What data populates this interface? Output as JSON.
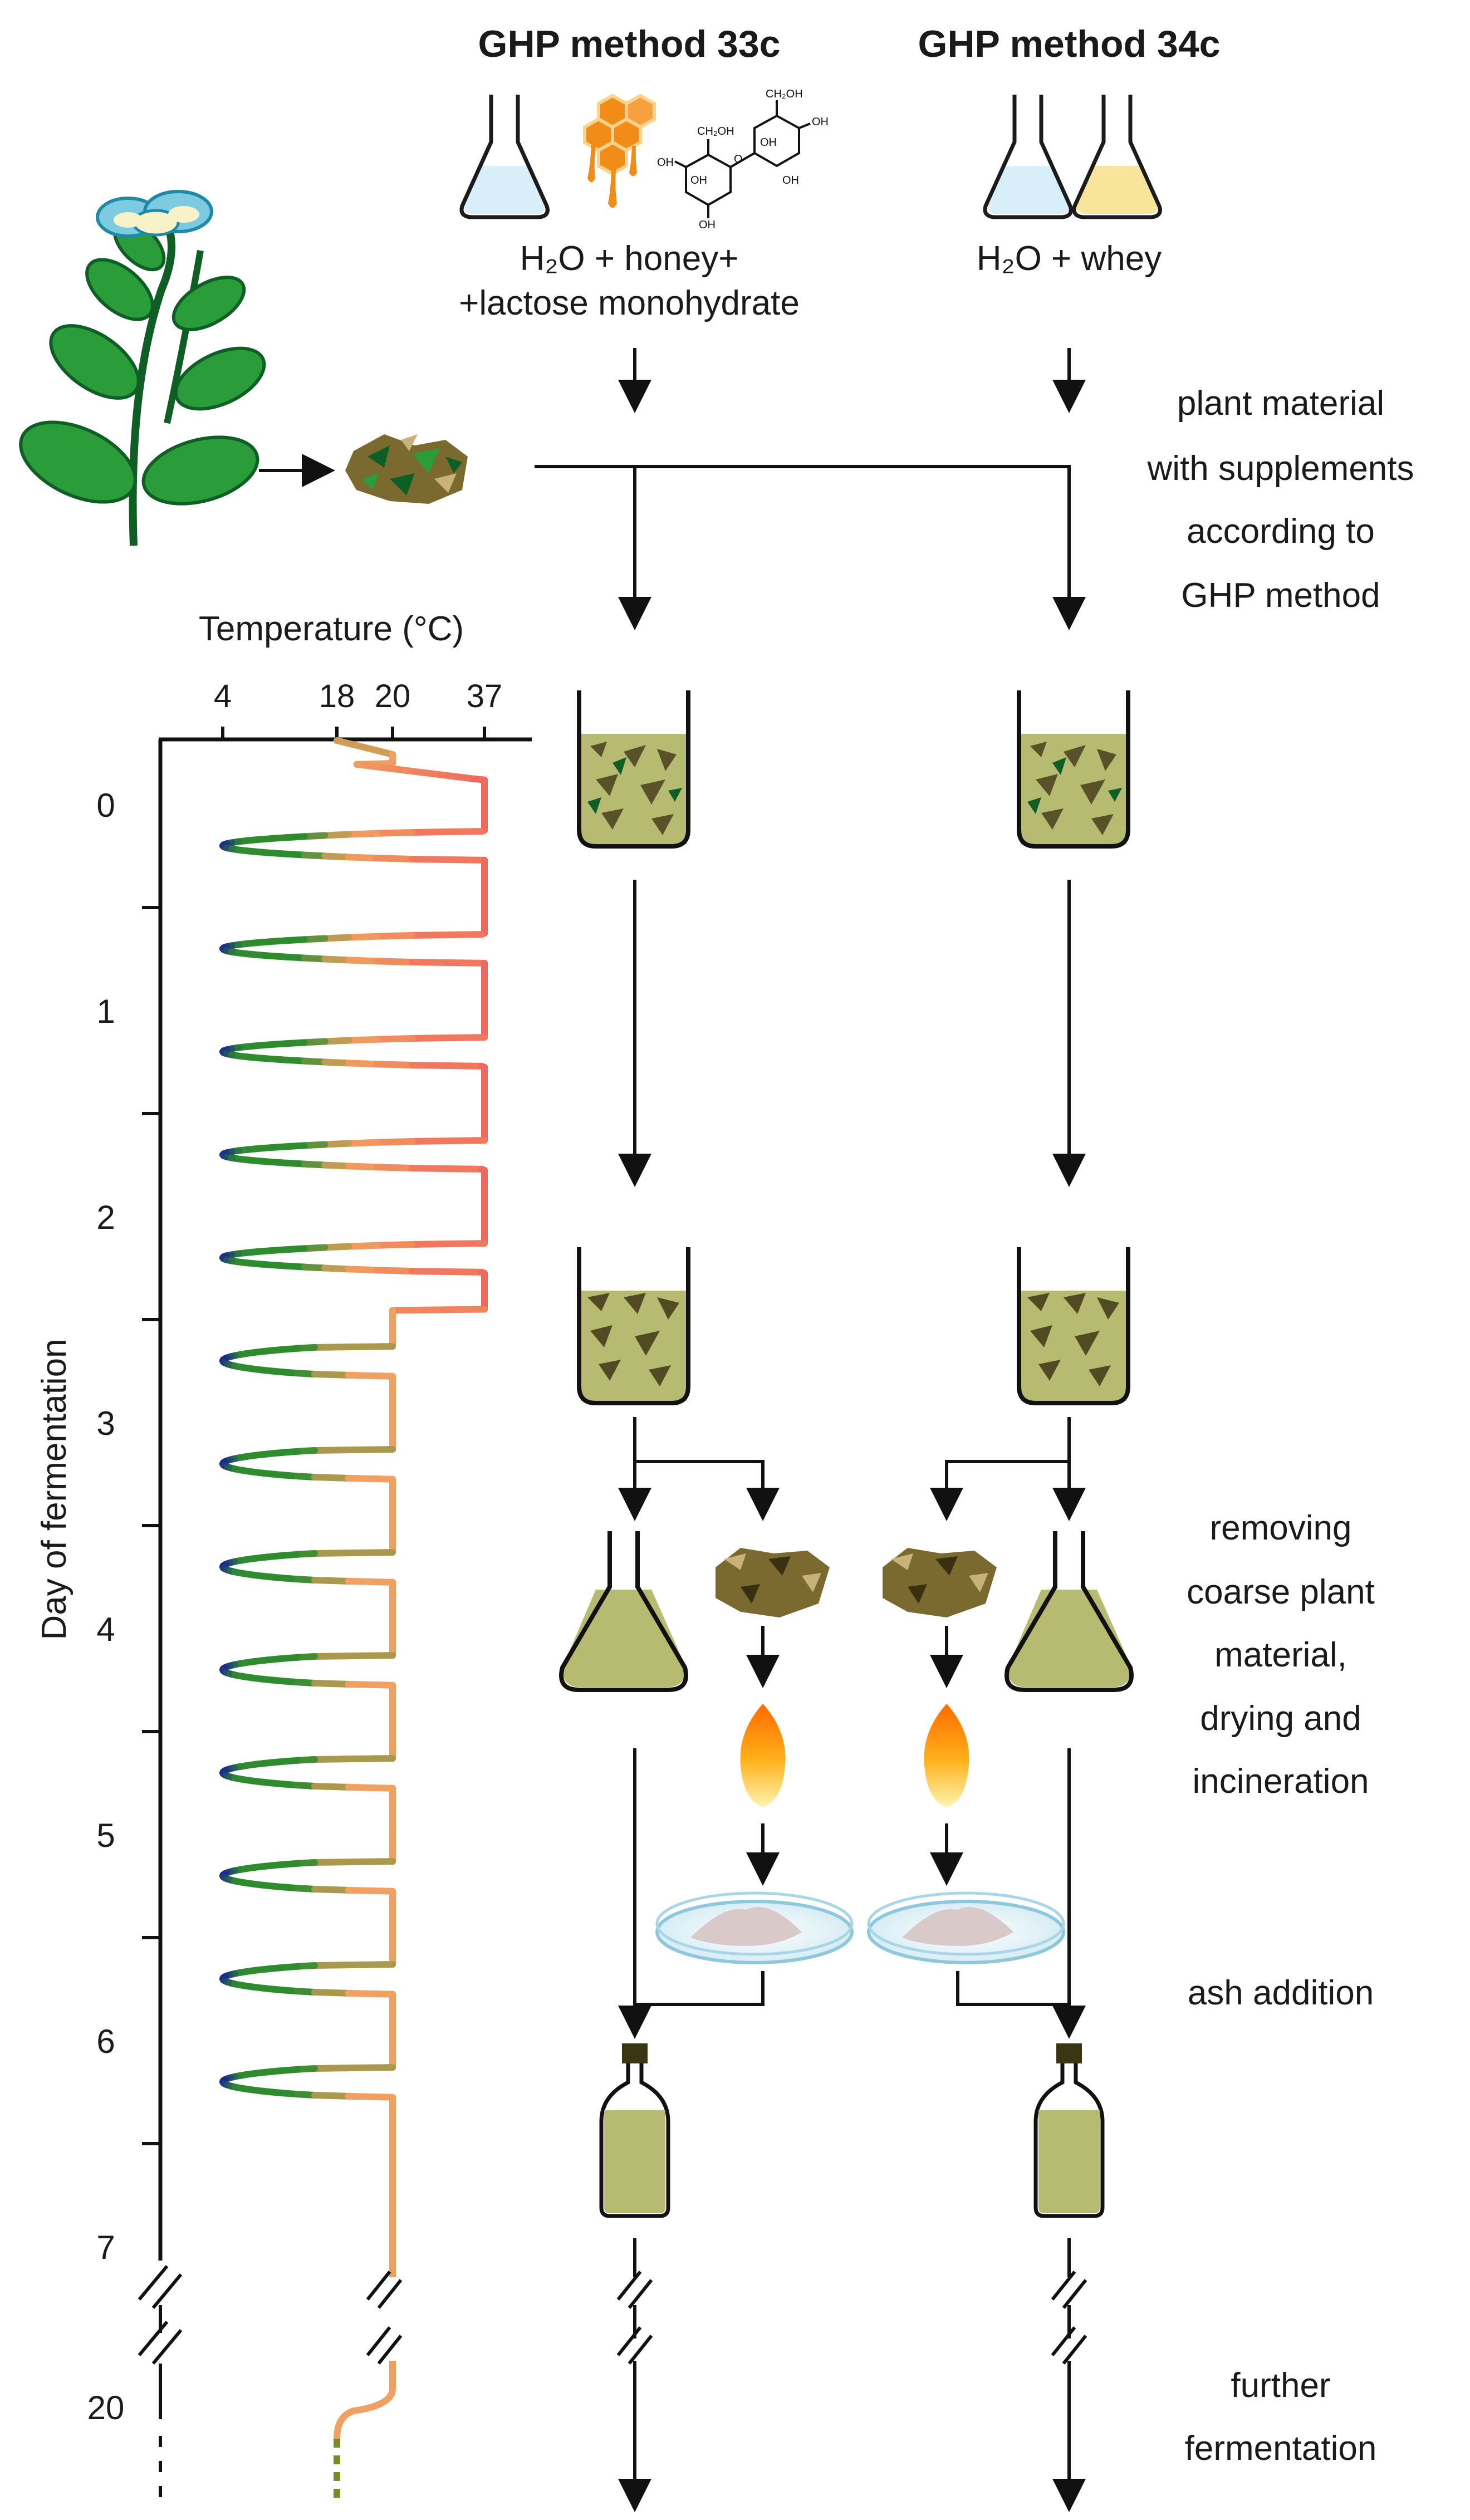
{
  "header": {
    "method_33c": "GHP method 33c",
    "method_34c": "GHP method 34c"
  },
  "ingredients": {
    "left_line1": "H₂O + honey+",
    "left_line2": "+lactose monohydrate",
    "right": "H₂O + whey"
  },
  "side_labels": {
    "plant_material": [
      "plant material",
      "with supplements",
      "according to",
      "GHP method"
    ],
    "removing": [
      "removing",
      "coarse plant",
      "material,",
      "drying and",
      "incineration"
    ],
    "ash_addition": "ash addition",
    "further": [
      "further",
      "fermentation"
    ]
  },
  "temperature_axis": {
    "title": "Temperature (°C)",
    "ticks": [
      "4",
      "18",
      "20",
      "37"
    ]
  },
  "day_axis": {
    "title": "Day of fermentation",
    "ticks": [
      "0",
      "1",
      "2",
      "3",
      "4",
      "5",
      "6",
      "7",
      "20"
    ]
  },
  "colors": {
    "cold": "#1a2a8a",
    "green": "#2e8b2e",
    "orange": "#f0a060",
    "hot": "#ee6a5e",
    "liquid": "#b7bb72",
    "plant_dark": "#0e5e26",
    "leaf": "#2a9d3a",
    "flower": "#7ccbe0",
    "honey": "#f28c18",
    "whey": "#f8e49a",
    "water": "#d8eef8",
    "flame": "#ff9a1a"
  },
  "chart_data": {
    "type": "line",
    "title": "",
    "xlabel": "Temperature (°C)",
    "ylabel": "Day of fermentation",
    "x_ticks": [
      4,
      18,
      20,
      37
    ],
    "y_ticks": [
      0,
      1,
      2,
      3,
      4,
      5,
      6,
      7,
      20
    ],
    "series": [
      {
        "phase": "day 0 to 2.2",
        "cycle_low_c": 4,
        "cycle_high_c": 37,
        "cold_dips_day": [
          0.2,
          0.7,
          1.2,
          1.7,
          2.2
        ]
      },
      {
        "phase": "day 2.2 to 6.4",
        "cycle_low_c": 4,
        "cycle_high_c": 20,
        "cold_dips_day": [
          2.7,
          3.2,
          3.7,
          4.2,
          4.7,
          5.2,
          5.7,
          6.2
        ]
      },
      {
        "phase": "day 6.4 to 20",
        "constant_c": 20
      }
    ]
  }
}
